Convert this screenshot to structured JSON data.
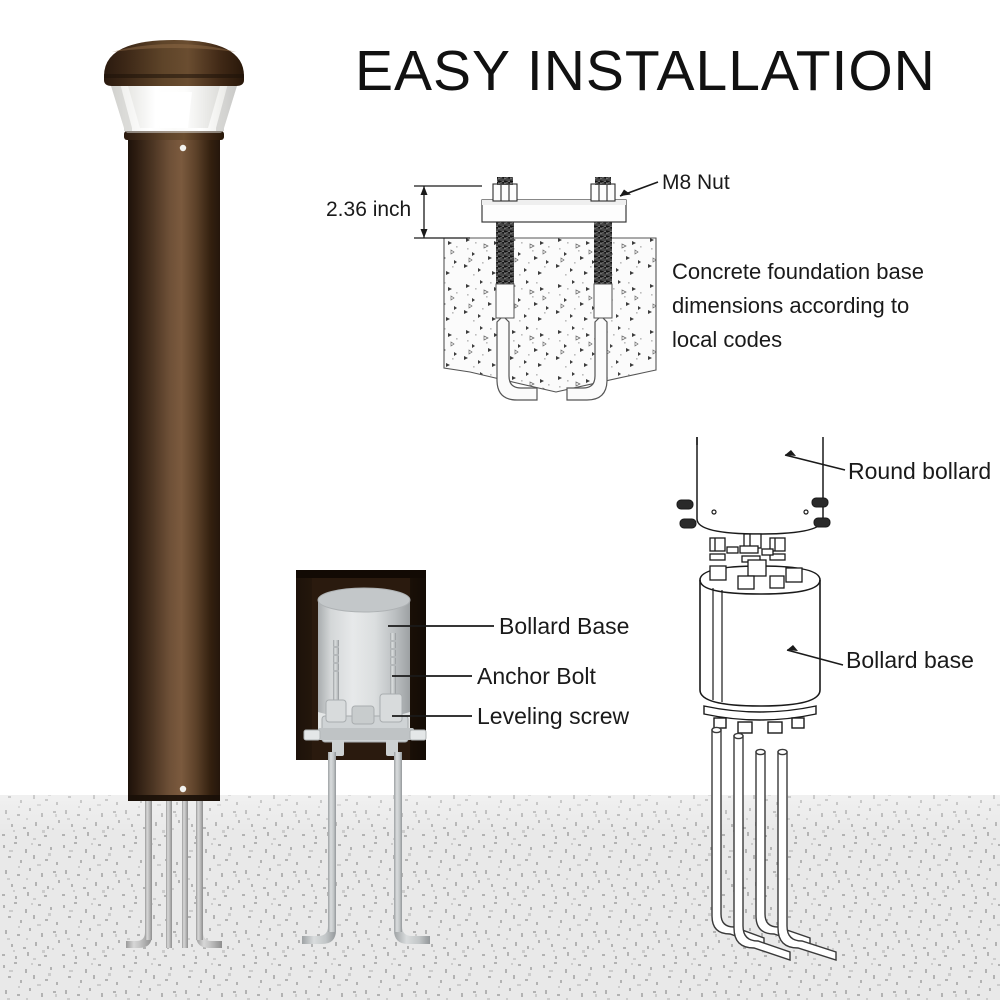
{
  "page": {
    "title": "EASY INSTALLATION",
    "background_color": "#ffffff",
    "ground_color": "#e9e9e9",
    "ink_color": "#1a1a1a",
    "bollard_brown_dark": "#2a1a10",
    "bollard_brown_mid": "#6b4e35",
    "bollard_brown_light": "#8a6a4a",
    "metal_grey": "#c9c9c9",
    "diffuser_white": "#fdfdfd"
  },
  "labels": {
    "dimension": "2.36 inch",
    "m8_nut": "M8 Nut",
    "concrete_note_line1": "Concrete foundation base",
    "concrete_note_line2": "dimensions according to",
    "concrete_note_line3": "local codes",
    "bollard_base_upper": "Bollard Base",
    "anchor_bolt": "Anchor Bolt",
    "leveling_screw": "Leveling screw",
    "round_bollard": "Round bollard",
    "bollard_base_lower": "Bollard base"
  },
  "figures": {
    "assembled_bollard": "assembled-brown-bollard-in-ground",
    "foundation_detail": "concrete-foundation-with-j-bolts",
    "cutaway_detail": "bollard-base-cutaway",
    "exploded_detail": "exploded-bollard-base-assembly",
    "anchor_bolt_group": "four-anchor-bolts-in-ground"
  }
}
